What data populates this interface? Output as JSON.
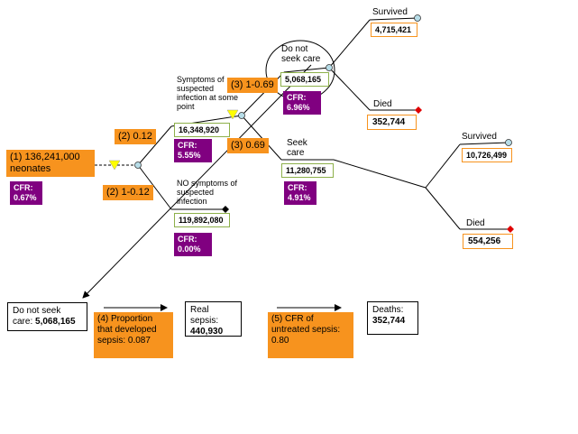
{
  "root": {
    "label": "(1) 136,241,000 neonates",
    "cfr": "CFR: 0.67%"
  },
  "branches": {
    "p_symptoms": "(2) 0.12",
    "p_no_symptoms": "(2) 1-0.12",
    "p_no_care": "(3) 1-0.69",
    "p_care": "(3) 0.69"
  },
  "symptoms": {
    "label": "Symptoms of suspected infection at some point",
    "value": "16,348,920",
    "cfr": "CFR: 5.55%"
  },
  "no_symptoms": {
    "label": "NO symptoms of suspected infection",
    "value": "119,892,080",
    "cfr": "CFR: 0.00%"
  },
  "no_care": {
    "label": "Do not seek care",
    "value": "5,068,165",
    "cfr": "CFR: 6.96%"
  },
  "seek_care": {
    "label": "Seek care",
    "value": "11,280,755",
    "cfr": "CFR: 4.91%"
  },
  "outcomes": {
    "no_care_survived_label": "Survived",
    "no_care_survived_value": "4,715,421",
    "no_care_died_label": "Died",
    "no_care_died_value": "352,744",
    "care_survived_label": "Survived",
    "care_survived_value": "10,726,499",
    "care_died_label": "Died",
    "care_died_value": "554,256"
  },
  "bottom": {
    "no_care_label": "Do not seek care: ",
    "no_care_value": "5,068,165",
    "proportion_label": "(4) Proportion that developed sepsis: 0.087",
    "sepsis_label": "Real sepsis:",
    "sepsis_value": "440,930",
    "cfr_untreated_label": "(5) CFR of untreated sepsis: 0.80",
    "deaths_label": "Deaths:",
    "deaths_value": "352,744"
  },
  "colors": {
    "orange": "#f7931e",
    "purple": "#800080",
    "green_border": "#8db04a",
    "node_fill": "#b7dde8",
    "terminal_red": "#e00000",
    "marker_yellow": "#ffff00"
  }
}
